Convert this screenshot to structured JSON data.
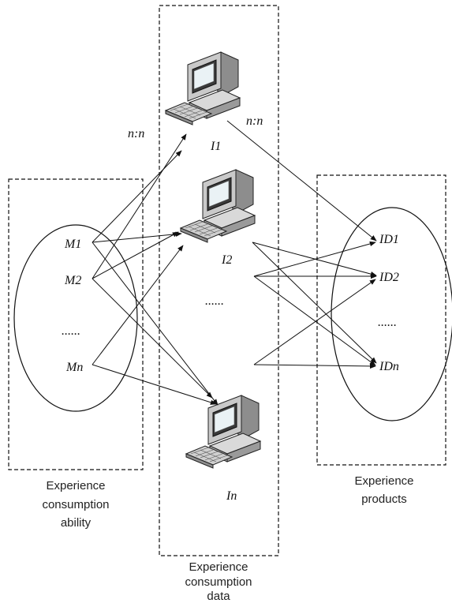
{
  "groups": {
    "ability": {
      "label_lines": [
        "Experience",
        "consumption",
        "ability"
      ],
      "nodes": [
        "M1",
        "M2",
        "......",
        "Mn"
      ]
    },
    "data": {
      "label_lines": [
        "Experience",
        "consumption",
        "data"
      ],
      "nodes": [
        "I1",
        "I2",
        "......",
        "In"
      ]
    },
    "products": {
      "label_lines": [
        "Experience",
        "products"
      ],
      "nodes": [
        "ID1",
        "ID2",
        "......",
        "IDn"
      ]
    }
  },
  "ratio_labels": [
    "n:n",
    "n:n"
  ],
  "icons": [
    "computer-icon",
    "computer-icon",
    "computer-icon"
  ]
}
